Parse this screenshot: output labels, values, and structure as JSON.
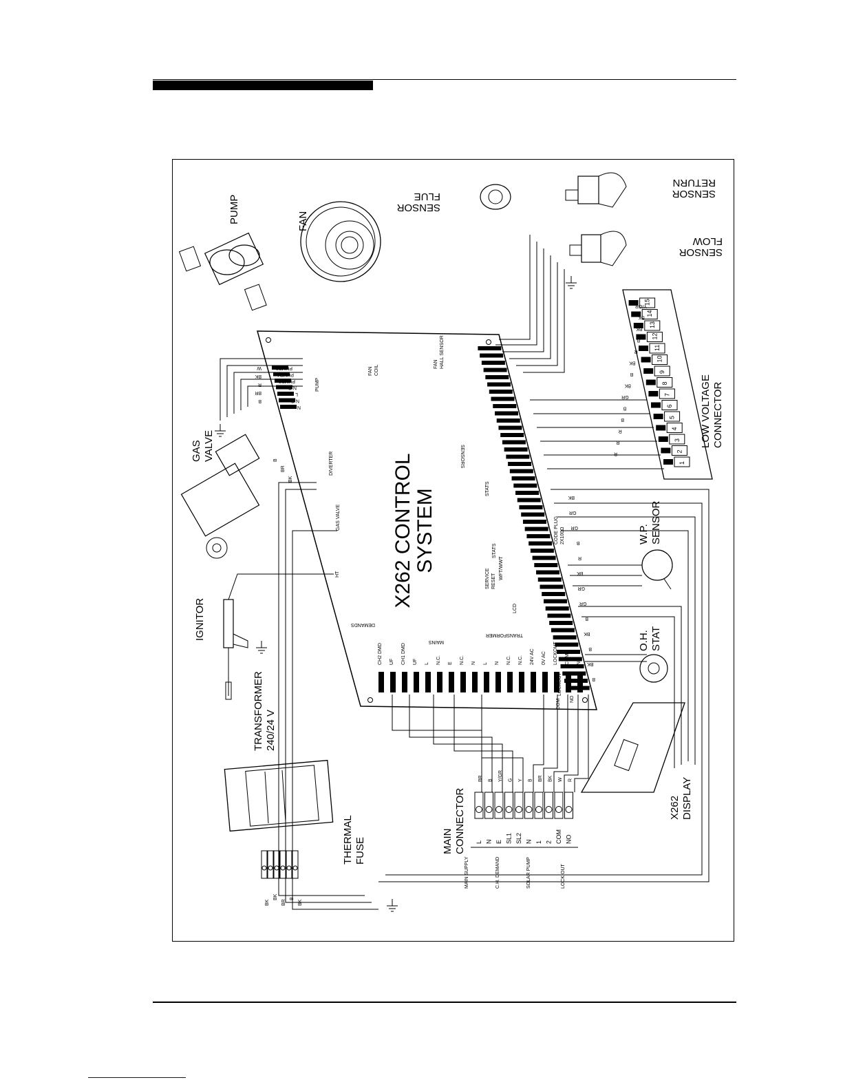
{
  "diagram": {
    "title_line1": "X262 CONTROL",
    "title_line2": "SYSTEM",
    "components": {
      "pump": "PUMP",
      "fan": "FAN",
      "flue_sensor": [
        "FLUE",
        "SENSOR"
      ],
      "return_sensor": [
        "RETURN",
        "SENSOR"
      ],
      "flow_sensor": [
        "FLOW",
        "SENSOR"
      ],
      "low_voltage_connector": [
        "LOW VOLTAGE",
        "CONNECTOR"
      ],
      "gas_valve": [
        "GAS",
        "VALVE"
      ],
      "ignitor": "IGNITOR",
      "transformer": [
        "TRANSFORMER",
        "240/24 V"
      ],
      "thermal_fuse": [
        "THERMAL",
        "FUSE"
      ],
      "main_connector": [
        "MAIN",
        "CONNECTOR"
      ],
      "display": [
        "X262",
        "DISPLAY"
      ],
      "oh_stat": [
        "O.H.",
        "STAT"
      ],
      "wp_sensor": [
        "W.P.",
        "SENSOR"
      ]
    },
    "board_labels": {
      "demands": "DEMANDS",
      "mains": "MAINS",
      "transformer": "TRANSFORMER",
      "sensors": "SENSORS",
      "stats_1": "STATS",
      "stats_2": "STATS",
      "service_reset": [
        "SERVICE",
        "RESET"
      ],
      "lcd": "LCD",
      "wft_wwt": "WFT/WWT",
      "code_plug": [
        "CODE PLUG",
        "2X100Ω"
      ],
      "gas_valve": "GAS VALVE",
      "diverter": "DIVERTER",
      "ht": "HT",
      "pump": "PUMP",
      "fan_coil": [
        "FAN",
        "COIL"
      ],
      "fan_hall": [
        "FAN",
        "HALL SENSOR"
      ],
      "lockout": "LOCKOUT",
      "com": "COM",
      "no": "NO"
    },
    "bottom_pins": [
      "CH2 DMD",
      "UF",
      "CH1 DMD",
      "UF",
      "L",
      "N.C.",
      "E",
      "N.C.",
      "N",
      "L",
      "N",
      "N.C.",
      "N.C.",
      "24V AC",
      "0V AC",
      "LOCKOUT",
      "COM",
      "NO"
    ],
    "pump_pins": [
      "PUMP6",
      "PUMP4",
      "PUMP2",
      "N.C.",
      "L",
      "N.C.",
      "N"
    ],
    "pump_wires": [
      "W",
      "BK",
      "R",
      "BR",
      "B"
    ],
    "lv_numbers": [
      "1",
      "2",
      "3",
      "4",
      "5",
      "6",
      "7",
      "8",
      "9",
      "10",
      "11",
      "12",
      "13",
      "14",
      "15"
    ],
    "lv_wires": [
      "Y/GR",
      "BK",
      "BK",
      "B",
      "R",
      "BK",
      "B",
      "BK",
      "GR",
      "B",
      "B",
      "R",
      "R",
      "R"
    ],
    "main_connector_groups": [
      "MAIN SUPPLY",
      "C.H. DEMAND",
      "SOLAR PUMP",
      "LOCK OUT"
    ],
    "main_connector_pins": [
      "L",
      "N",
      "E",
      "SL1",
      "SL2",
      "N",
      "1",
      "2",
      "COM",
      "NO"
    ],
    "main_connector_wires": [
      "BR",
      "B",
      "Y/GR",
      "G",
      "Y",
      "B",
      "BR",
      "BK",
      "W",
      "R"
    ],
    "fuse_wires": [
      "BK",
      "BK",
      "BR",
      "B",
      "BK"
    ],
    "gas_wires": [
      "B",
      "BR",
      "BK"
    ],
    "right_wires": [
      "BK",
      "GR",
      "GR",
      "B",
      "R",
      "BK",
      "GR",
      "GR",
      "B",
      "BK",
      "B",
      "BK",
      "B"
    ]
  }
}
